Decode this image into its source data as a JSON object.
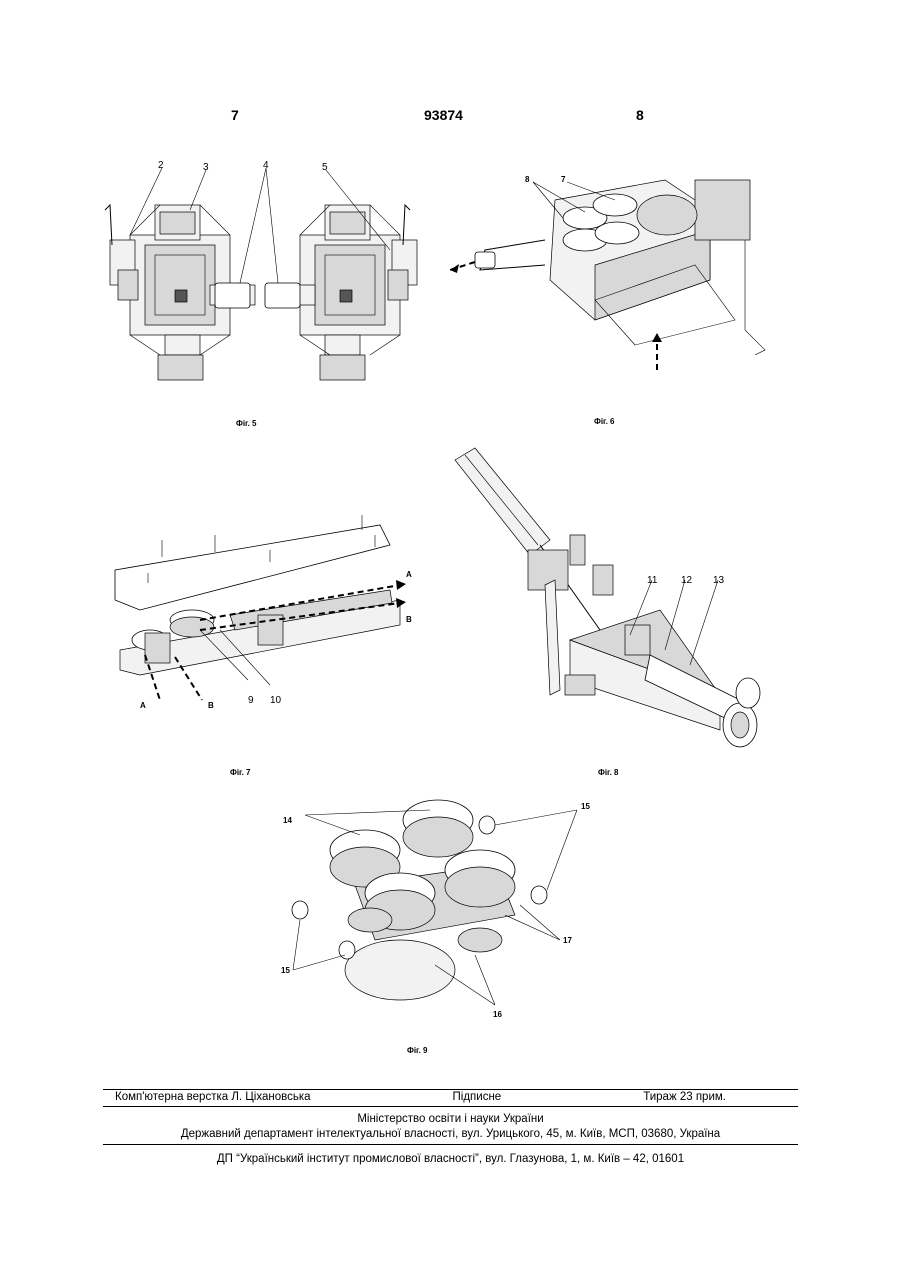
{
  "header": {
    "page_left": "7",
    "patent_number": "93874",
    "page_right": "8"
  },
  "figures": {
    "fig5": {
      "caption": "Фіг. 5",
      "labels": [
        "2",
        "3",
        "4",
        "5"
      ]
    },
    "fig6": {
      "caption": "Фіг. 6",
      "labels": [
        "8",
        "7"
      ]
    },
    "fig7": {
      "caption": "Фіг. 7",
      "labels": [
        "A",
        "B",
        "A",
        "B",
        "9",
        "10"
      ]
    },
    "fig8": {
      "caption": "Фіг. 8",
      "labels": [
        "11",
        "12",
        "13"
      ]
    },
    "fig9": {
      "caption": "Фіг. 9",
      "labels": [
        "14",
        "15",
        "15",
        "17",
        "16"
      ]
    }
  },
  "footer": {
    "typesetter": "Комп'ютерна верстка Л. Ціхановська",
    "signed": "Підписне",
    "circulation": "Тираж 23 прим.",
    "ministry": "Міністерство освіти і науки України",
    "department": "Державний департамент інтелектуальної власності, вул. Урицького, 45, м. Київ, МСП, 03680, Україна",
    "institute": "ДП “Український інститут промислової власності”, вул. Глазунова, 1, м. Київ – 42, 01601"
  }
}
